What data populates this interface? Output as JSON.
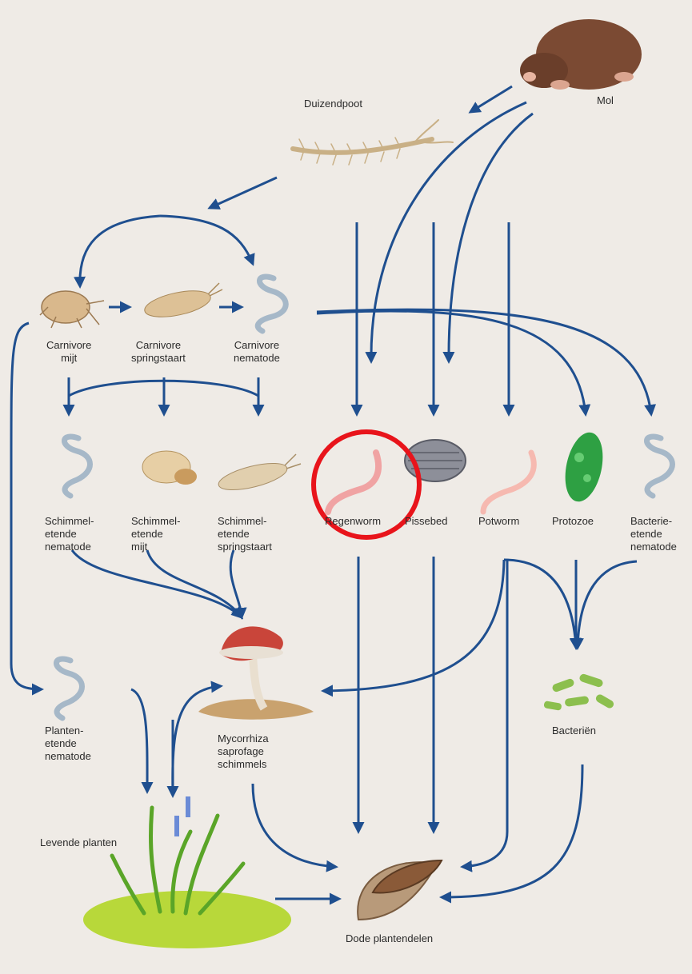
{
  "organisms": {
    "mol": "Mol",
    "duizendpoot": "Duizendpoot",
    "carnivore_mijt": "Carnivore\nmijt",
    "carnivore_springstaart": "Carnivore\nspringstaart",
    "carnivore_nematode": "Carnivore\nnematode",
    "schimmel_nematode": "Schimmel-\netende\nnematode",
    "schimmel_mijt": "Schimmel-\netende\nmijt",
    "schimmel_springstaart": "Schimmel-\netende\nspringstaart",
    "regenworm": "Regenworm",
    "pissebed": "Pissebed",
    "potworm": "Potworm",
    "protozoe": "Protozoe",
    "bacterie_nematode": "Bacterie-\netende\nnematode",
    "planten_nematode": "Planten-\netende\nnematode",
    "mycorrhiza": "Mycorrhiza\nsaprofage\nschimmels",
    "bacterien": "Bacteriën",
    "levende_planten": "Levende planten",
    "dode_plantendelen": "Dode plantendelen"
  },
  "colors": {
    "arrow": "#1f4f8f",
    "highlight": "#e8141b",
    "background": "#efebe6"
  },
  "highlight_target": "regenworm"
}
